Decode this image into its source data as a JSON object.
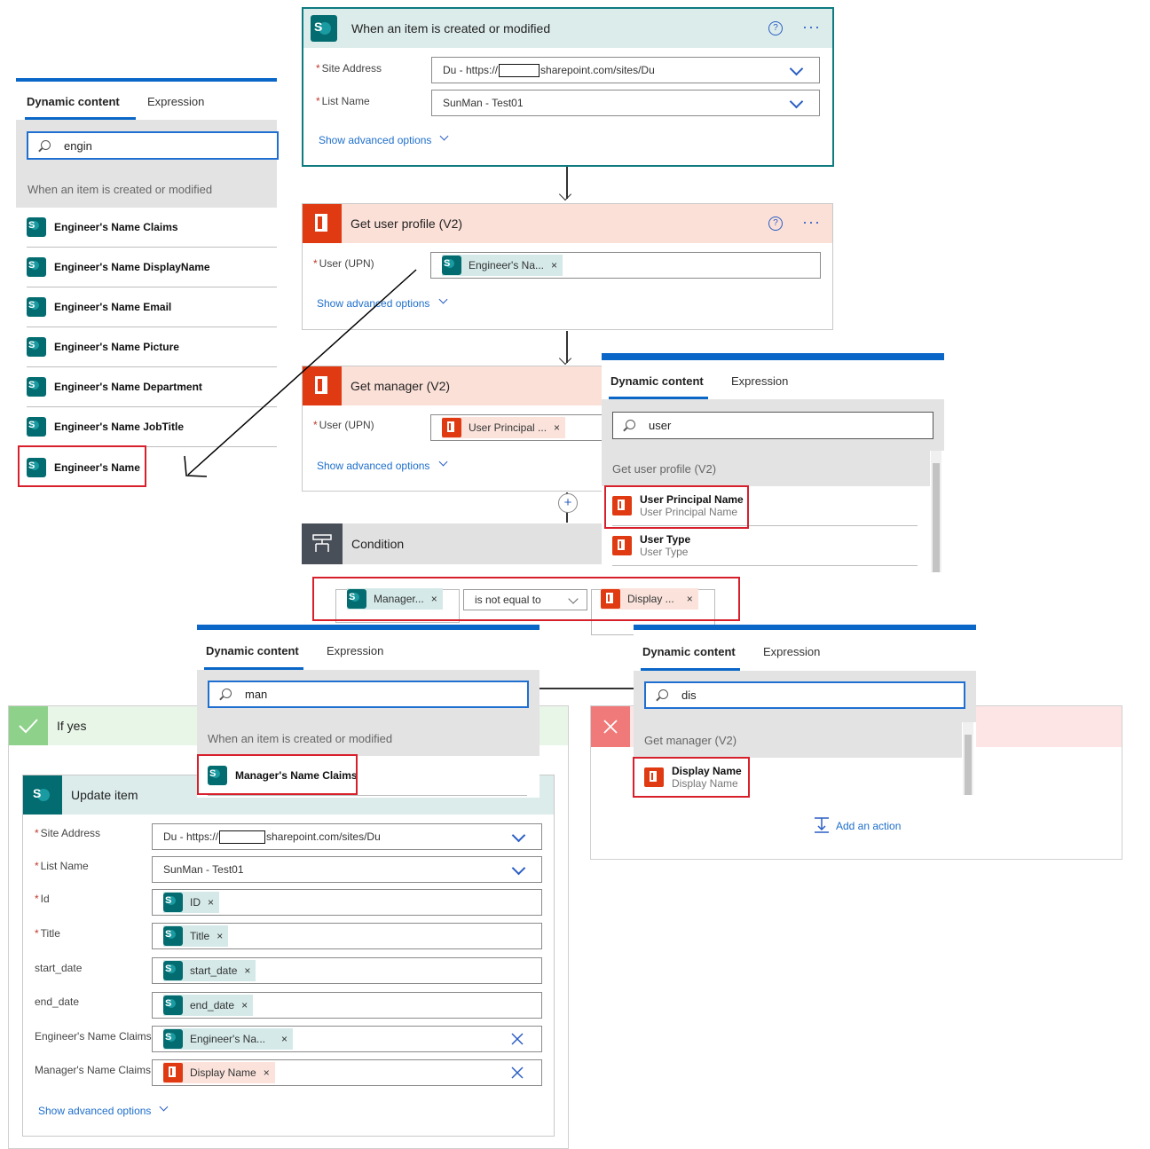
{
  "trigger": {
    "title": "When an item is created or modified",
    "site_label": "Site Address",
    "site_value": "Du - https://",
    "site_value_tail": "sharepoint.com/sites/Du",
    "list_label": "List Name",
    "list_value": "SunMan - Test01",
    "advanced": "Show advanced options"
  },
  "profile": {
    "title": "Get user profile (V2)",
    "user_label": "User (UPN)",
    "token": "Engineer's Na...",
    "advanced": "Show advanced options"
  },
  "manager": {
    "title": "Get manager (V2)",
    "user_label": "User (UPN)",
    "token": "User Principal ...",
    "advanced": "Show advanced options"
  },
  "condition": {
    "title": "Condition",
    "left_token": "Manager...",
    "operator": "is not equal to",
    "right_token": "Display ..."
  },
  "branches": {
    "yes_label": "If yes",
    "add_action": "Add an action"
  },
  "update_item": {
    "title": "Update item",
    "site_label": "Site Address",
    "site_value": "Du - https://",
    "site_value_tail": "sharepoint.com/sites/Du",
    "list_label": "List Name",
    "list_value": "SunMan - Test01",
    "id_label": "Id",
    "id_token": "ID",
    "title_label": "Title",
    "title_token": "Title",
    "start_label": "start_date",
    "start_token": "start_date",
    "end_label": "end_date",
    "end_token": "end_date",
    "eng_label": "Engineer's Name Claims",
    "eng_token": "Engineer's Na...",
    "mgr_label": "Manager's Name Claims",
    "mgr_token": "Display Name",
    "advanced": "Show advanced options"
  },
  "panel1": {
    "tab_dynamic": "Dynamic content",
    "tab_expression": "Expression",
    "search_value": "engin",
    "group": "When an item is created or modified",
    "items": [
      "Engineer's Name Claims",
      "Engineer's Name DisplayName",
      "Engineer's Name Email",
      "Engineer's Name Picture",
      "Engineer's Name Department",
      "Engineer's Name JobTitle",
      "Engineer's Name"
    ]
  },
  "panel2": {
    "tab_dynamic": "Dynamic content",
    "tab_expression": "Expression",
    "search_value": "user",
    "group": "Get user profile (V2)",
    "items": [
      {
        "name": "User Principal Name",
        "desc": "User Principal Name"
      },
      {
        "name": "User Type",
        "desc": "User Type"
      }
    ]
  },
  "panel3": {
    "tab_dynamic": "Dynamic content",
    "tab_expression": "Expression",
    "search_value": "man",
    "group": "When an item is created or modified",
    "items": [
      "Manager's Name Claims"
    ]
  },
  "panel4": {
    "tab_dynamic": "Dynamic content",
    "tab_expression": "Expression",
    "search_value": "dis",
    "group": "Get manager (V2)",
    "items": [
      {
        "name": "Display Name",
        "desc": "Display Name"
      }
    ]
  },
  "colors": {
    "accent": "#0a67c8",
    "sharepoint": "#036c70",
    "office": "#e03a12",
    "highlight": "#d8202c"
  }
}
